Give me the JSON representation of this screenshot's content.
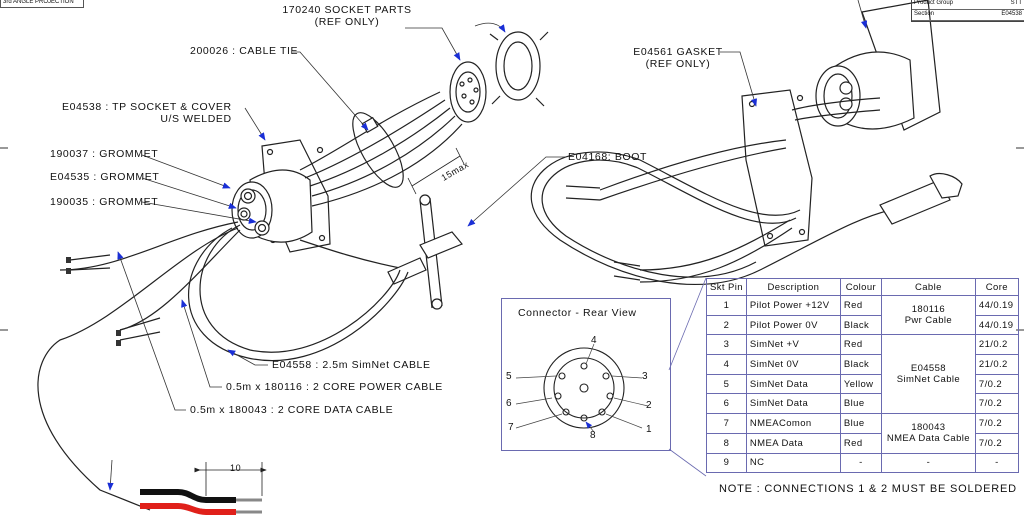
{
  "title_block": {
    "projection": "3rd ANGLE PROJECTION",
    "rows": [
      {
        "label": "Product Group",
        "value": "STT"
      },
      {
        "label": "Section",
        "value": "E04538"
      }
    ]
  },
  "callouts": {
    "socket_parts": [
      "170240 SOCKET PARTS",
      "(REF ONLY)"
    ],
    "cable_tie": "200026 : CABLE TIE",
    "tp_socket": [
      "E04538 : TP SOCKET & COVER",
      "U/S WELDED"
    ],
    "grommet_1": "190037 : GROMMET",
    "grommet_2": "E04535 : GROMMET",
    "grommet_3": "190035 : GROMMET",
    "max_dim": "15max",
    "boot": "E04168: BOOT",
    "gasket": [
      "E04561 GASKET",
      "(REF ONLY)"
    ],
    "simnet_cable": "E04558 : 2.5m SimNet CABLE",
    "power_cable": "0.5m x 180116 : 2 CORE POWER CABLE",
    "data_cable": "0.5m x 180043 : 2 CORE DATA CABLE",
    "strip_dim": "10"
  },
  "connector": {
    "title": "Connector - Rear View",
    "pins": [
      "1",
      "2",
      "3",
      "4",
      "5",
      "6",
      "7",
      "8"
    ]
  },
  "pin_table": {
    "headers": [
      "Skt Pin",
      "Description",
      "Colour",
      "Cable",
      "Core"
    ],
    "rows": [
      {
        "pin": "1",
        "desc": "Pilot Power +12V",
        "colour": "Red",
        "core": "44/0.19"
      },
      {
        "pin": "2",
        "desc": "Pilot Power 0V",
        "colour": "Black",
        "core": "44/0.19"
      },
      {
        "pin": "3",
        "desc": "SimNet +V",
        "colour": "Red",
        "core": "21/0.2"
      },
      {
        "pin": "4",
        "desc": "SimNet 0V",
        "colour": "Black",
        "core": "21/0.2"
      },
      {
        "pin": "5",
        "desc": "SimNet Data",
        "colour": "Yellow",
        "core": "7/0.2"
      },
      {
        "pin": "6",
        "desc": "SimNet Data",
        "colour": "Blue",
        "core": "7/0.2"
      },
      {
        "pin": "7",
        "desc": "NMEAComon",
        "colour": "Blue",
        "core": "7/0.2"
      },
      {
        "pin": "8",
        "desc": "NMEA Data",
        "colour": "Red",
        "core": "7/0.2"
      },
      {
        "pin": "9",
        "desc": "NC",
        "colour": "-",
        "core": "-"
      }
    ],
    "cable_groups": [
      {
        "code": "180116",
        "name": "Pwr Cable"
      },
      {
        "code": "E04558",
        "name": "SimNet Cable"
      },
      {
        "code": "180043",
        "name": "NMEA Data Cable"
      },
      {
        "code": "-",
        "name": ""
      }
    ]
  },
  "note": "NOTE : CONNECTIONS 1 & 2 MUST BE SOLDERED",
  "colors": {
    "line": "#222222",
    "arrow": "#1a2fd6",
    "table_border": "#6a6ab0",
    "wire_red": "#e0201a",
    "wire_black": "#111111"
  }
}
